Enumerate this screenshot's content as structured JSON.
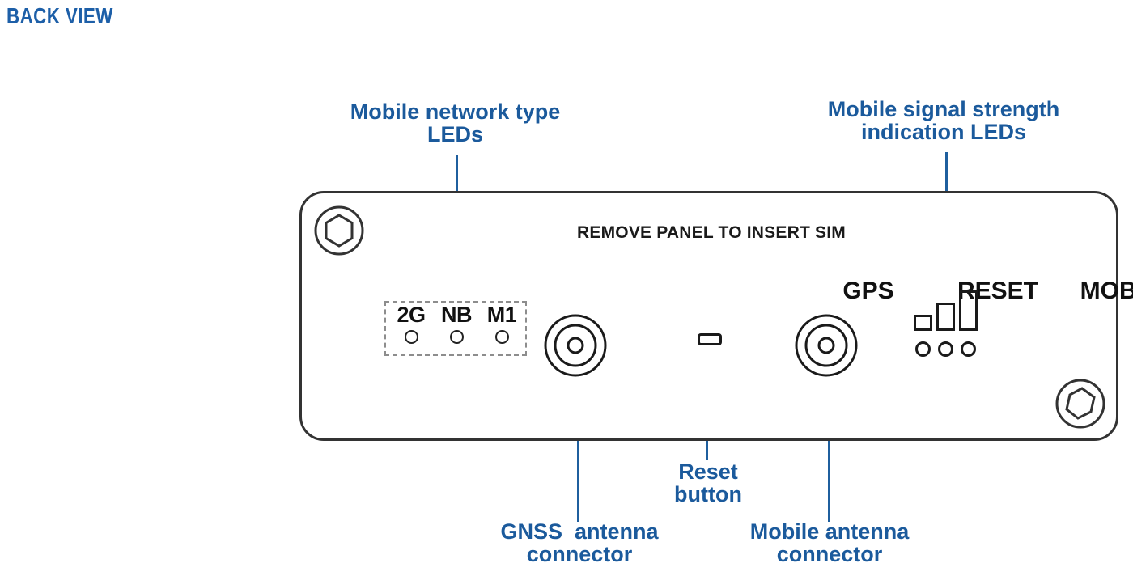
{
  "view": {
    "title": "BACK VIEW"
  },
  "colors": {
    "callout_text": "#1b5a9c",
    "title_text": "#1d5fa8",
    "leader_line": "#1f5f9e",
    "panel_outline": "#333333",
    "silkscreen_text": "#1a1a1a",
    "dashed_box": "#8d8d8d"
  },
  "panel": {
    "header_text": "REMOVE PANEL TO INSERT SIM",
    "port_labels": {
      "gps": "GPS",
      "reset": "RESET",
      "mobile": "MOBILE"
    },
    "network_leds": [
      {
        "label": "2G"
      },
      {
        "label": "NB"
      },
      {
        "label": "M1"
      }
    ],
    "signal_leds": {
      "bar_count": 3,
      "dot_count": 3
    },
    "screws": [
      {
        "position": "top-left",
        "type": "hex-socket"
      },
      {
        "position": "bottom-right",
        "type": "hex-socket"
      }
    ],
    "connectors": [
      {
        "name": "gps",
        "type": "coaxial"
      },
      {
        "name": "mobile",
        "type": "coaxial"
      }
    ],
    "reset": {
      "type": "pinhole-button"
    }
  },
  "callouts": {
    "network_type": "Mobile network type\nLEDs",
    "signal_strength": "Mobile signal strength\nindication LEDs",
    "reset_button": "Reset\nbutton",
    "gnss_connector": "GNSS  antenna\nconnector",
    "mobile_connector": "Mobile antenna\nconnector"
  }
}
